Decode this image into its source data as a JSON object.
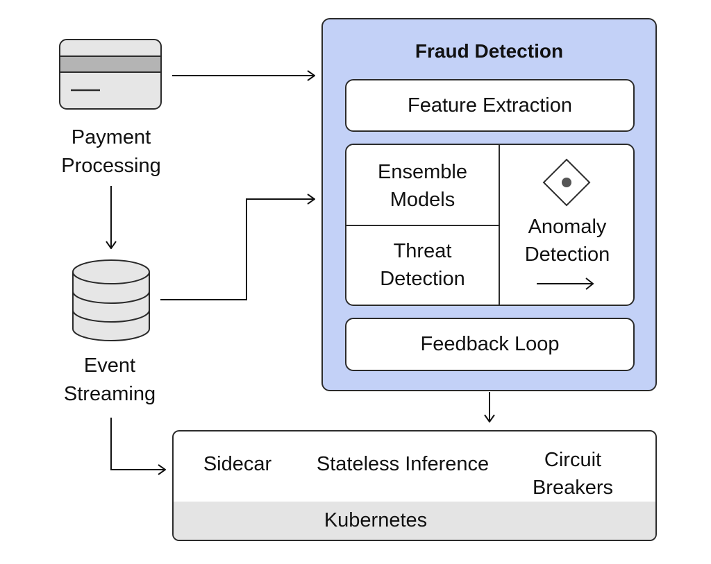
{
  "colors": {
    "panel_fill": "#c3d1f7",
    "icon_fill": "#e6e6e6",
    "card_stripe": "#b4b4b4",
    "kubernetes_fill": "#e4e4e4",
    "stroke": "#2b2b2b"
  },
  "sources": {
    "payment": {
      "label_line1": "Payment",
      "label_line2": "Processing",
      "icon": "credit-card-icon"
    },
    "events": {
      "label_line1": "Event",
      "label_line2": "Streaming",
      "icon": "database-icon"
    }
  },
  "fraud_detection": {
    "title": "Fraud Detection",
    "feature_extraction": "Feature Extraction",
    "ensemble_models": {
      "line1": "Ensemble",
      "line2": "Models"
    },
    "threat_detection": {
      "line1": "Threat",
      "line2": "Detection"
    },
    "anomaly_detection": {
      "line1": "Anomaly",
      "line2": "Detection",
      "icon": "diamond-dot-icon"
    },
    "feedback_loop": "Feedback Loop"
  },
  "runtime": {
    "sidecar": "Sidecar",
    "stateless_inference": "Stateless Inference",
    "circuit_breakers": {
      "line1": "Circuit",
      "line2": "Breakers"
    },
    "platform": "Kubernetes"
  }
}
